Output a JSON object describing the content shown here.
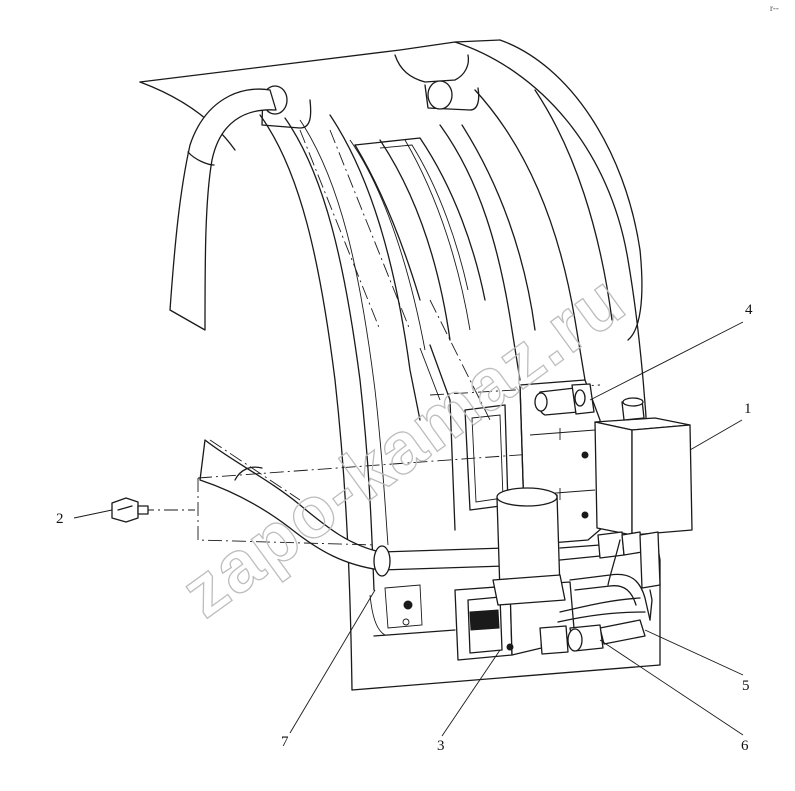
{
  "watermark": {
    "text": "zapo-kamaz.ru",
    "color": "#bdbdbd"
  },
  "corner_mark": "r--",
  "callouts": [
    {
      "id": "1",
      "label": "1"
    },
    {
      "id": "2",
      "label": "2"
    },
    {
      "id": "3",
      "label": "3"
    },
    {
      "id": "4",
      "label": "4"
    },
    {
      "id": "5",
      "label": "5"
    },
    {
      "id": "6",
      "label": "6"
    },
    {
      "id": "7",
      "label": "7"
    }
  ],
  "colors": {
    "line": "#1a1a1a",
    "background": "#ffffff"
  }
}
